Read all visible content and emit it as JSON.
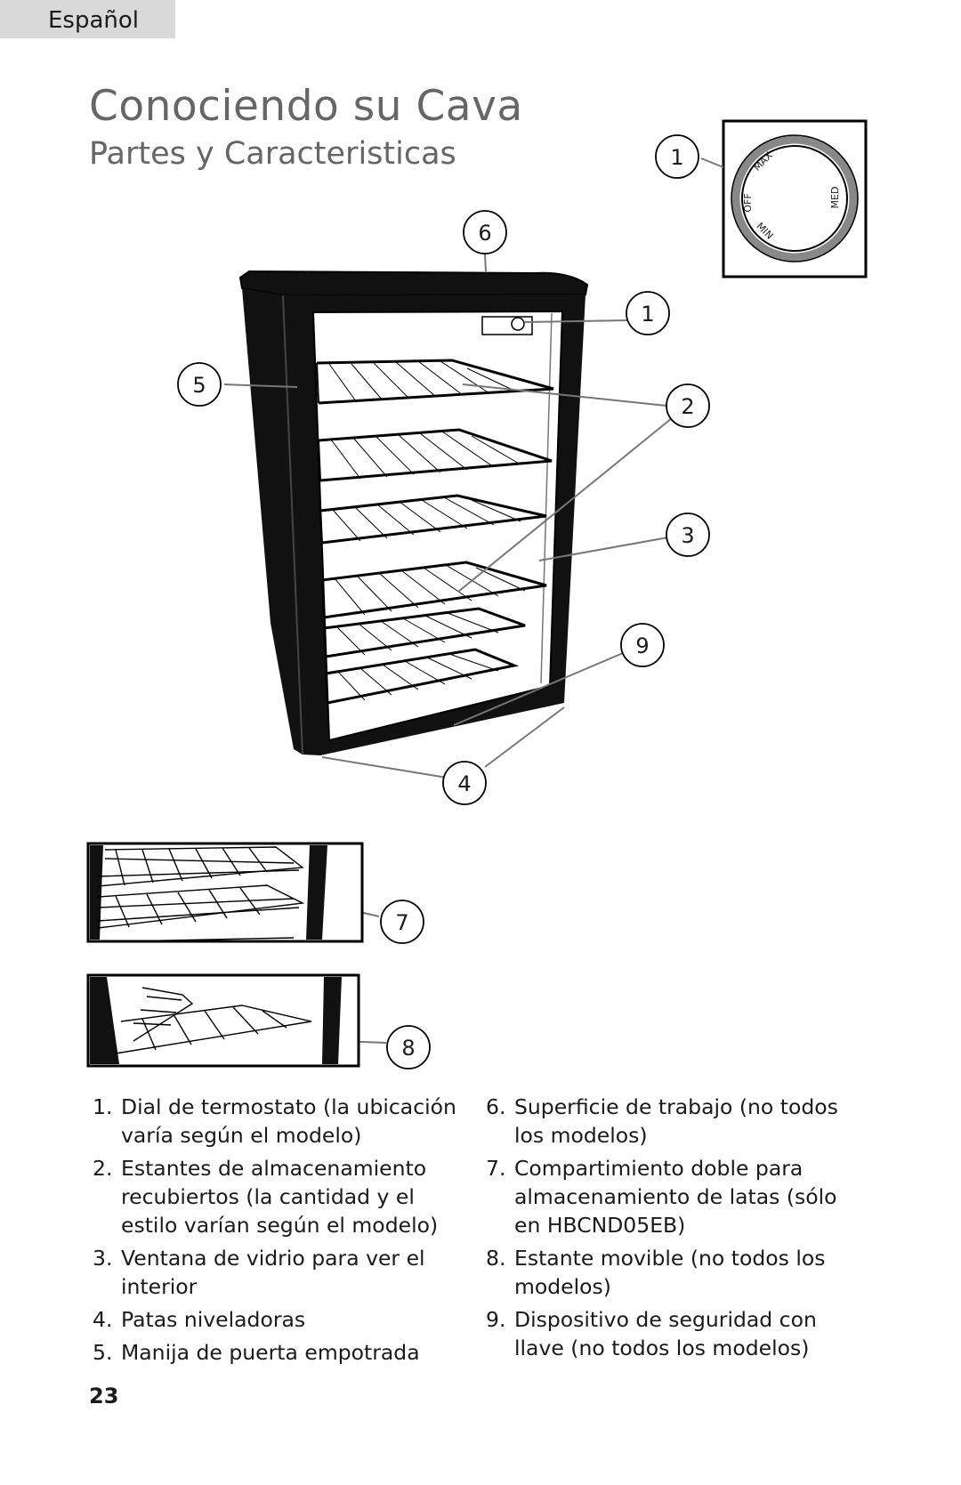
{
  "header": {
    "language_tab": "Español"
  },
  "title": "Conociendo su Cava",
  "subtitle": "Partes y Caracteristicas",
  "dial": {
    "labels": {
      "off": "OFF",
      "max": "MAX",
      "med": "MED",
      "min": "MIN"
    }
  },
  "callouts": [
    "1",
    "6",
    "1",
    "5",
    "2",
    "3",
    "9",
    "4",
    "7",
    "8"
  ],
  "parts_left": [
    {
      "num": "1.",
      "text": "Dial de termostato (la ubicación varía según el modelo)"
    },
    {
      "num": "2.",
      "text": "Estantes de almacenamiento recubiertos (la cantidad y el estilo varían según el modelo)"
    },
    {
      "num": "3.",
      "text": "Ventana de vidrio para ver el interior"
    },
    {
      "num": "4.",
      "text": "Patas niveladoras"
    },
    {
      "num": "5.",
      "text": "Manija de puerta empotrada"
    }
  ],
  "parts_right": [
    {
      "num": "6.",
      "text": "Superficie de trabajo (no todos los modelos)"
    },
    {
      "num": "7.",
      "text": "Compartimiento doble para almacenamiento de latas (sólo en HBCND05EB)"
    },
    {
      "num": "8.",
      "text": "Estante movible (no todos los modelos)"
    },
    {
      "num": "9.",
      "text": "Dispositivo de seguridad con llave (no todos los modelos)"
    }
  ],
  "page_number": "23"
}
